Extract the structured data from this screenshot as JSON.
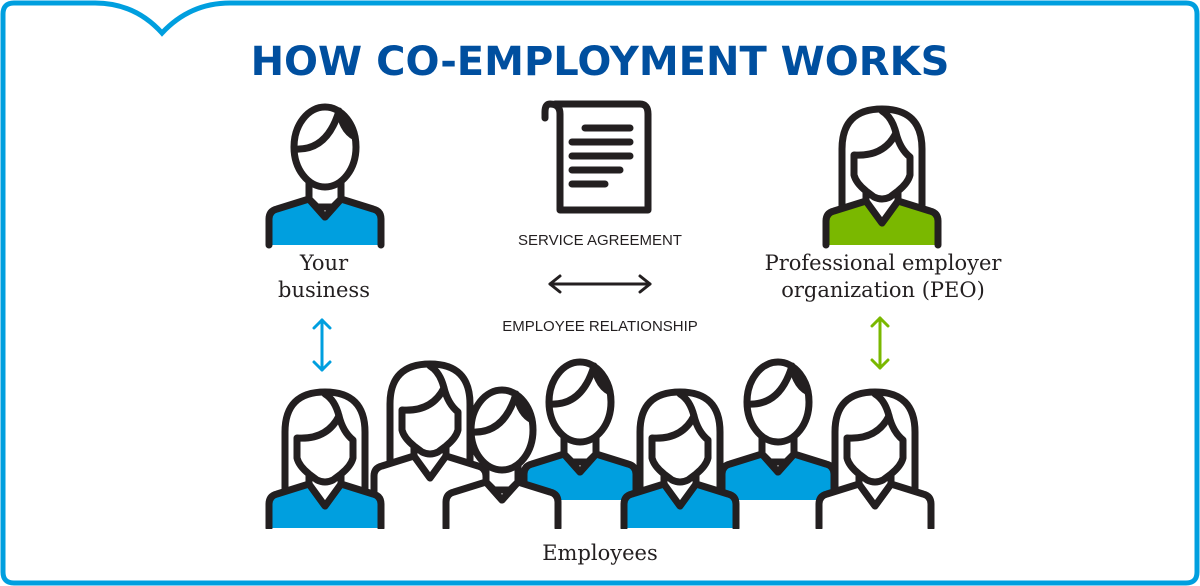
{
  "title": "HOW CO-EMPLOYMENT WORKS",
  "your_business": {
    "line1": "Your",
    "line2": "business"
  },
  "peo": {
    "line1": "Professional employer",
    "line2": "organization (PEO)"
  },
  "service_agreement": "SERVICE AGREEMENT",
  "employee_relationship": "EMPLOYEE RELATIONSHIP",
  "employees": "Employees",
  "colors": {
    "title": "#004f9f",
    "border": "#009fdf",
    "blue": "#009fdf",
    "green": "#7ab800",
    "ink": "#231f20"
  },
  "icons": [
    "person-icon",
    "document-icon",
    "double-arrow-icon"
  ]
}
